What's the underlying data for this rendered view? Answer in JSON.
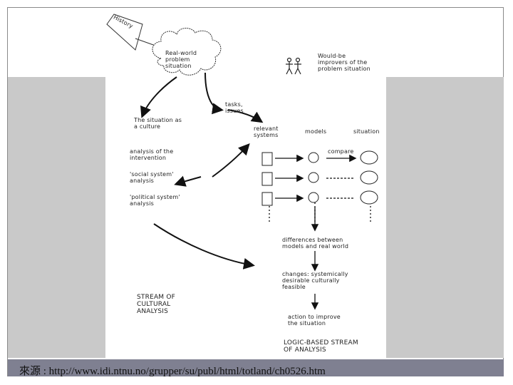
{
  "diagram": {
    "history_label": "History",
    "cloud_label": "Real-world problem situation",
    "would_be_improvers": "Would-be improvers of the problem situation",
    "task_issues": "tasks, issues",
    "situation_as_culture": "The situation as a culture",
    "relevant_systems": "relevant systems",
    "models": "models",
    "situation": "situation",
    "compare": "compare",
    "analysis_intervention": "analysis of the intervention",
    "social_system": "'social system' analysis",
    "political_system": "'political system' analysis",
    "differences": "differences between models and real world",
    "changes": "changes: systemically desirable culturally feasible",
    "action": "action to improve the situation",
    "stream_cultural": "STREAM OF CULTURAL ANALYSIS",
    "stream_logic": "LOGIC-BASED STREAM OF ANALYSIS"
  },
  "footer": {
    "source": "來源 : http://www.idi.ntnu.no/grupper/su/publ/html/totland/ch0526.htm"
  }
}
